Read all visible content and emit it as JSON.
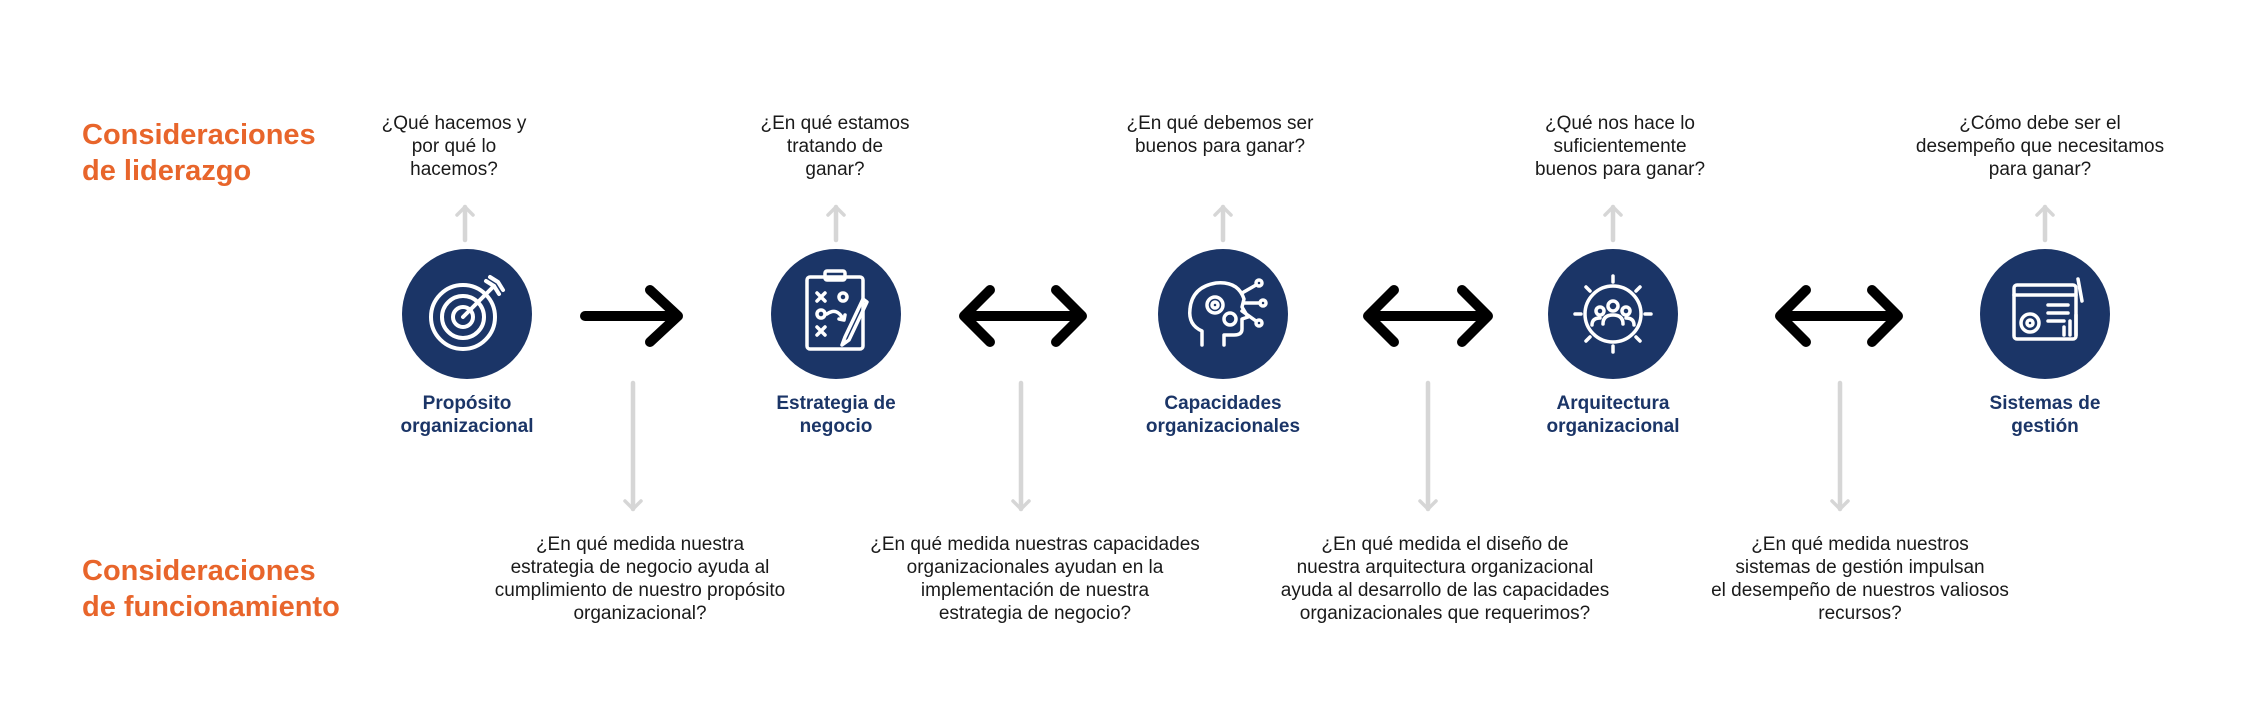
{
  "colors": {
    "accent": "#e8652b",
    "node": "#1b3567",
    "arrow": "#000000",
    "connector": "#d6d6d6"
  },
  "leadership": {
    "line1": "Consideraciones",
    "line2": "de liderazgo"
  },
  "operations": {
    "line1": "Consideraciones",
    "line2": "de funcionamiento"
  },
  "nodes": [
    {
      "icon": "target-icon",
      "label": [
        "Propósito",
        "organizacional"
      ],
      "top_question": [
        "¿Qué hacemos y",
        "por qué lo",
        "hacemos?"
      ]
    },
    {
      "icon": "strategy-board-icon",
      "label": [
        "Estrategia de",
        "negocio"
      ],
      "top_question": [
        "¿En qué estamos",
        "tratando de",
        "ganar?"
      ]
    },
    {
      "icon": "brain-gears-icon",
      "label": [
        "Capacidades",
        "organizacionales"
      ],
      "top_question": [
        "¿En qué debemos ser",
        "buenos para ganar?"
      ]
    },
    {
      "icon": "team-gear-icon",
      "label": [
        "Arquitectura",
        "organizacional"
      ],
      "top_question": [
        "¿Qué nos hace lo",
        "suficientemente",
        "buenos para ganar?"
      ]
    },
    {
      "icon": "management-system-icon",
      "label": [
        "Sistemas de",
        "gestión"
      ],
      "top_question": [
        "¿Cómo debe ser el",
        "desempeño que necesitamos",
        "para ganar?"
      ]
    }
  ],
  "bottom_questions": [
    [
      "¿En qué medida nuestra",
      "estrategia de negocio ayuda al",
      "cumplimiento de nuestro propósito",
      "organizacional?"
    ],
    [
      "¿En qué medida nuestras capacidades",
      "organizacionales ayudan en la",
      "implementación de nuestra",
      "estrategia de negocio?"
    ],
    [
      "¿En qué medida el diseño de",
      "nuestra arquitectura organizacional",
      "ayuda al desarrollo de las capacidades",
      "organizacionales que requerimos?"
    ],
    [
      "¿En qué medida nuestros",
      "sistemas de gestión impulsan",
      "el desempeño de nuestros valiosos",
      "recursos?"
    ]
  ],
  "connectors": [
    {
      "from": "Propósito organizacional",
      "to": "Estrategia de negocio",
      "type": "one-way"
    },
    {
      "from": "Estrategia de negocio",
      "to": "Capacidades organizacionales",
      "type": "two-way"
    },
    {
      "from": "Capacidades organizacionales",
      "to": "Arquitectura organizacional",
      "type": "two-way"
    },
    {
      "from": "Arquitectura organizacional",
      "to": "Sistemas de gestión",
      "type": "two-way"
    }
  ]
}
